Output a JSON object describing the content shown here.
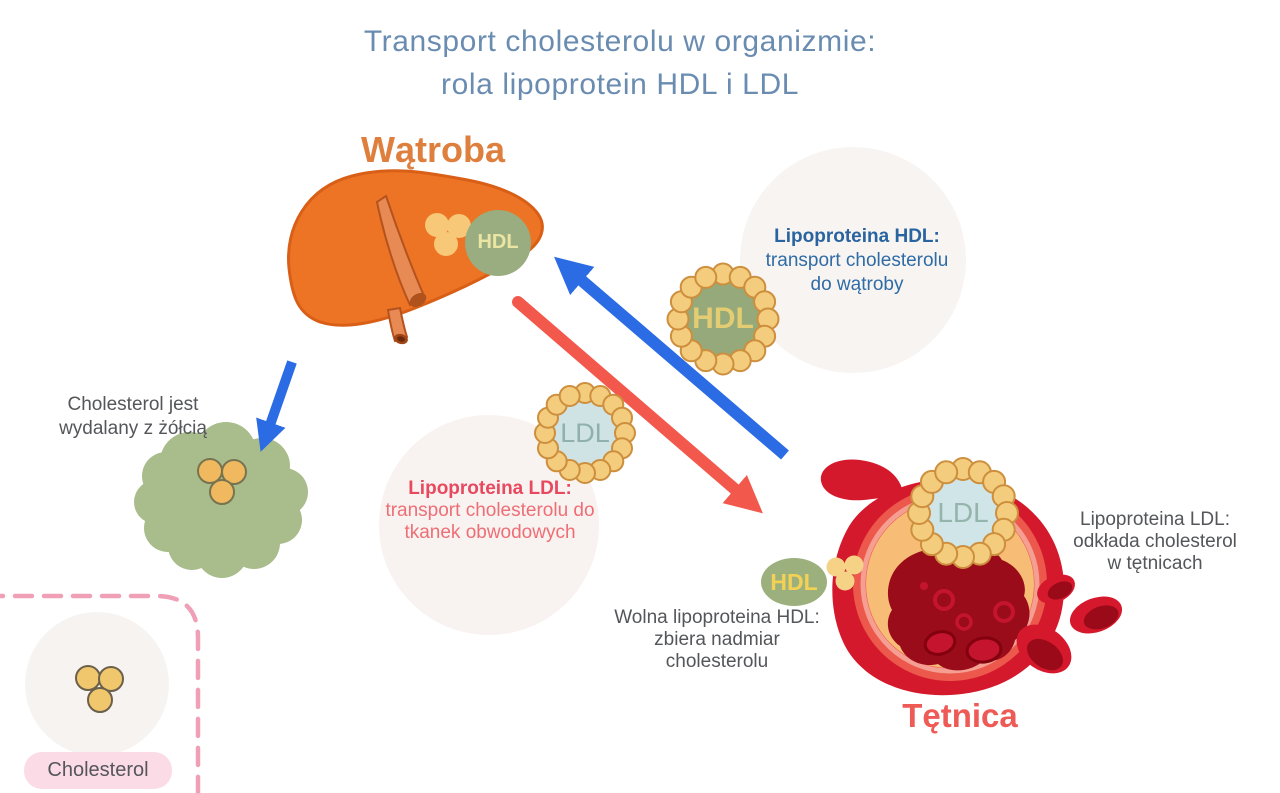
{
  "title": {
    "line1": "Transport cholesterolu w organizmie:",
    "line2": "rola lipoprotein HDL i LDL"
  },
  "liver": {
    "label": "Wątroba",
    "badge_label": "HDL"
  },
  "bile": {
    "lines": [
      "Cholesterol jest",
      "wydalany z żółcią"
    ]
  },
  "hdl_info": {
    "heading": "Lipoproteina HDL:",
    "lines": [
      "transport cholesterolu",
      "do wątroby"
    ]
  },
  "ldl_info": {
    "heading": "Lipoproteina LDL:",
    "lines": [
      "transport cholesterolu do",
      "tkanek obwodowych"
    ]
  },
  "particles": {
    "hdl_label": "HDL",
    "ldl_label": "LDL"
  },
  "artery": {
    "label": "Tętnica",
    "ldl_label": "LDL",
    "hdl_label": "HDL"
  },
  "free_hdl": {
    "lines": [
      "Wolna lipoproteina HDL:",
      "zbiera nadmiar",
      "cholesterolu"
    ]
  },
  "ldl_deposit": {
    "lines": [
      "Lipoproteina LDL:",
      "odkłada cholesterol",
      "w tętnicach"
    ]
  },
  "legend": {
    "label": "Cholesterol"
  },
  "colors": {
    "title_text": "#6a8cb1",
    "liver_orange": "#ec7424",
    "liver_label": "#de7f3e",
    "artery_red": "#d5192c",
    "artery_label": "#ee5a55",
    "hdl_green": "#95a97a",
    "ldl_core_blue": "#cfe3e5",
    "cholesterol_yellow": "#f4cc7a",
    "arrow_blue": "#2b6be4",
    "arrow_red": "#f2594c",
    "hdl_text_blue": "#28649f",
    "ldl_text_red": "#e8495f",
    "caption_grey": "#54565a",
    "legend_pink": "#ef9fb6",
    "soft_circle": "#f8f4f1"
  }
}
